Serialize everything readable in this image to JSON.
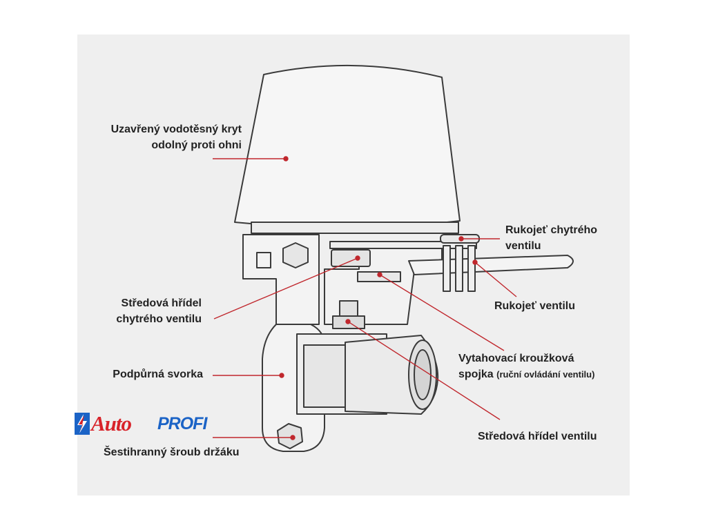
{
  "labels": {
    "cover_line1": "Uzavřený vodotěsný kryt",
    "cover_line2": "odolný proti ohni",
    "smart_handle_line1": "Rukojeť chytrého",
    "smart_handle_line2": "ventilu",
    "smart_shaft_line1": "Středová hřídel",
    "smart_shaft_line2": "chytrého ventilu",
    "valve_handle": "Rukojeť ventilu",
    "coupling_line1": "Vytahovací kroužková",
    "coupling_line2_main": "spojka",
    "coupling_line2_note": "(ruční ovládání ventilu)",
    "support_clamp": "Podpůrná svorka",
    "valve_shaft": "Středová hřídel ventilu",
    "hex_screw": "Šestihranný šroub držáku"
  },
  "logo": {
    "part1": "Auto",
    "part2": "PROFI"
  },
  "colors": {
    "leader": "#c0272d",
    "outline": "#3a3a3a",
    "cover": "#f6f6f6",
    "panel": "#efefef",
    "logo_red": "#d8232a",
    "logo_blue": "#1b63c6"
  }
}
